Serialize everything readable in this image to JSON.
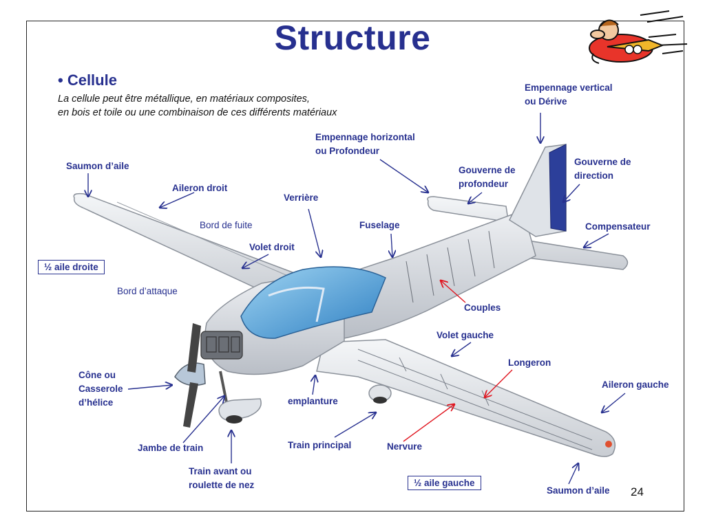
{
  "title": "Structure",
  "section_heading": "• Cellule",
  "description": {
    "line1": "La cellule peut être  métallique, en matériaux composites,",
    "line2": "en bois et toile ou une combinaison de ces différents matériaux"
  },
  "labels": {
    "empennage_vertical_1": "Empennage vertical",
    "empennage_vertical_2": "ou Dérive",
    "empennage_horizontal_1": "Empennage horizontal",
    "empennage_horizontal_2": "ou Profondeur",
    "saumon_droit": "Saumon d’aile",
    "aileron_droit": "Aileron droit",
    "verriere": "Verrière",
    "gouverne_profondeur_1": "Gouverne de",
    "gouverne_profondeur_2": "profondeur",
    "gouverne_direction_1": "Gouverne de",
    "gouverne_direction_2": "direction",
    "bord_de_fuite": "Bord de fuite",
    "fuselage": "Fuselage",
    "compensateur": "Compensateur",
    "volet_droit": "Volet droit",
    "aile_droite": "½ aile droite",
    "bord_attaque": "Bord d’attaque",
    "couples": "Couples",
    "volet_gauche": "Volet gauche",
    "longeron": "Longeron",
    "cone_1": "Cône ou",
    "cone_2": "Casserole",
    "cone_3": "d’hélice",
    "aileron_gauche": "Aileron gauche",
    "emplanture": "emplanture",
    "jambe_train": "Jambe de train",
    "train_principal": "Train principal",
    "nervure": "Nervure",
    "train_avant_1": "Train avant ou",
    "train_avant_2": "roulette de nez",
    "aile_gauche": "½ aile gauche",
    "saumon_gauche": "Saumon d’aile"
  },
  "page_number": "24",
  "colors": {
    "title": "#27308f",
    "label": "#27308f",
    "arrow": "#27308f",
    "arrow_red": "#e0141e"
  }
}
